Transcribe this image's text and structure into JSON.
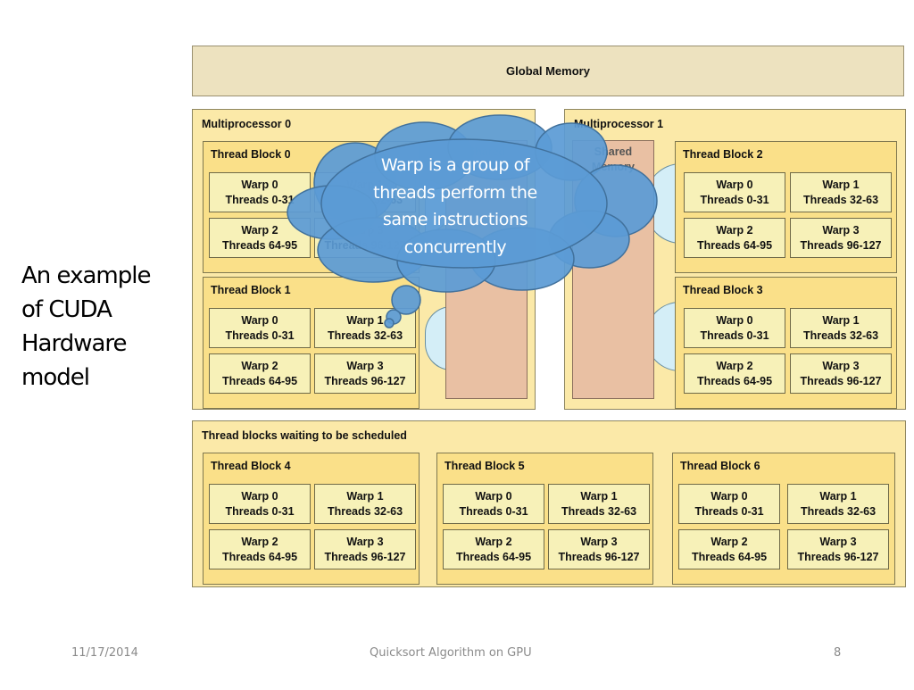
{
  "slide": {
    "title_lines": [
      "An example",
      "of CUDA",
      "Hardware",
      "model"
    ]
  },
  "diagram": {
    "global_memory": "Global Memory",
    "multiprocessors": [
      {
        "label": "Multiprocessor 0",
        "shared_memory": "Shared Memory",
        "blocks": [
          {
            "label": "Thread Block 0",
            "warps": [
              {
                "name": "Warp 0",
                "threads": "Threads 0-31"
              },
              {
                "name": "Warp 1",
                "threads": "Threads 32-63"
              },
              {
                "name": "Warp 2",
                "threads": "Threads 64-95"
              },
              {
                "name": "Warp 3",
                "threads": "Threads 96-127"
              }
            ]
          },
          {
            "label": "Thread Block 1",
            "warps": [
              {
                "name": "Warp 0",
                "threads": "Threads 0-31"
              },
              {
                "name": "Warp 1",
                "threads": "Threads 32-63"
              },
              {
                "name": "Warp 2",
                "threads": "Threads 64-95"
              },
              {
                "name": "Warp 3",
                "threads": "Threads 96-127"
              }
            ]
          }
        ]
      },
      {
        "label": "Multiprocessor 1",
        "shared_memory": "Shared Memory",
        "blocks": [
          {
            "label": "Thread Block 2",
            "warps": [
              {
                "name": "Warp 0",
                "threads": "Threads 0-31"
              },
              {
                "name": "Warp 1",
                "threads": "Threads 32-63"
              },
              {
                "name": "Warp 2",
                "threads": "Threads 64-95"
              },
              {
                "name": "Warp 3",
                "threads": "Threads 96-127"
              }
            ]
          },
          {
            "label": "Thread Block 3",
            "warps": [
              {
                "name": "Warp 0",
                "threads": "Threads 0-31"
              },
              {
                "name": "Warp 1",
                "threads": "Threads 32-63"
              },
              {
                "name": "Warp 2",
                "threads": "Threads 64-95"
              },
              {
                "name": "Warp 3",
                "threads": "Threads 96-127"
              }
            ]
          }
        ]
      }
    ],
    "waiting": {
      "label": "Thread blocks waiting to be scheduled",
      "blocks": [
        {
          "label": "Thread Block 4",
          "warps": [
            {
              "name": "Warp 0",
              "threads": "Threads 0-31"
            },
            {
              "name": "Warp 1",
              "threads": "Threads 32-63"
            },
            {
              "name": "Warp 2",
              "threads": "Threads 64-95"
            },
            {
              "name": "Warp 3",
              "threads": "Threads 96-127"
            }
          ]
        },
        {
          "label": "Thread Block 5",
          "warps": [
            {
              "name": "Warp 0",
              "threads": "Threads 0-31"
            },
            {
              "name": "Warp 1",
              "threads": "Threads 32-63"
            },
            {
              "name": "Warp 2",
              "threads": "Threads 64-95"
            },
            {
              "name": "Warp 3",
              "threads": "Threads 96-127"
            }
          ]
        },
        {
          "label": "Thread Block 6",
          "warps": [
            {
              "name": "Warp 0",
              "threads": "Threads 0-31"
            },
            {
              "name": "Warp 1",
              "threads": "Threads 32-63"
            },
            {
              "name": "Warp 2",
              "threads": "Threads 64-95"
            },
            {
              "name": "Warp 3",
              "threads": "Threads 96-127"
            }
          ]
        }
      ]
    }
  },
  "callout": {
    "lines": [
      "Warp is a group of",
      "threads perform the",
      "same instructions",
      "concurrently"
    ]
  },
  "footer": {
    "date": "11/17/2014",
    "title": "Quicksort Algorithm on GPU",
    "page": "8"
  },
  "colors": {
    "cloud_fill": "#5b9bd5",
    "cloud_stroke": "#41719c",
    "block_fill": "#fae089",
    "warp_fill": "#f7f1b8",
    "shared_memory_fill": "#e9c0a3",
    "global_memory_fill": "#ede2bf"
  }
}
